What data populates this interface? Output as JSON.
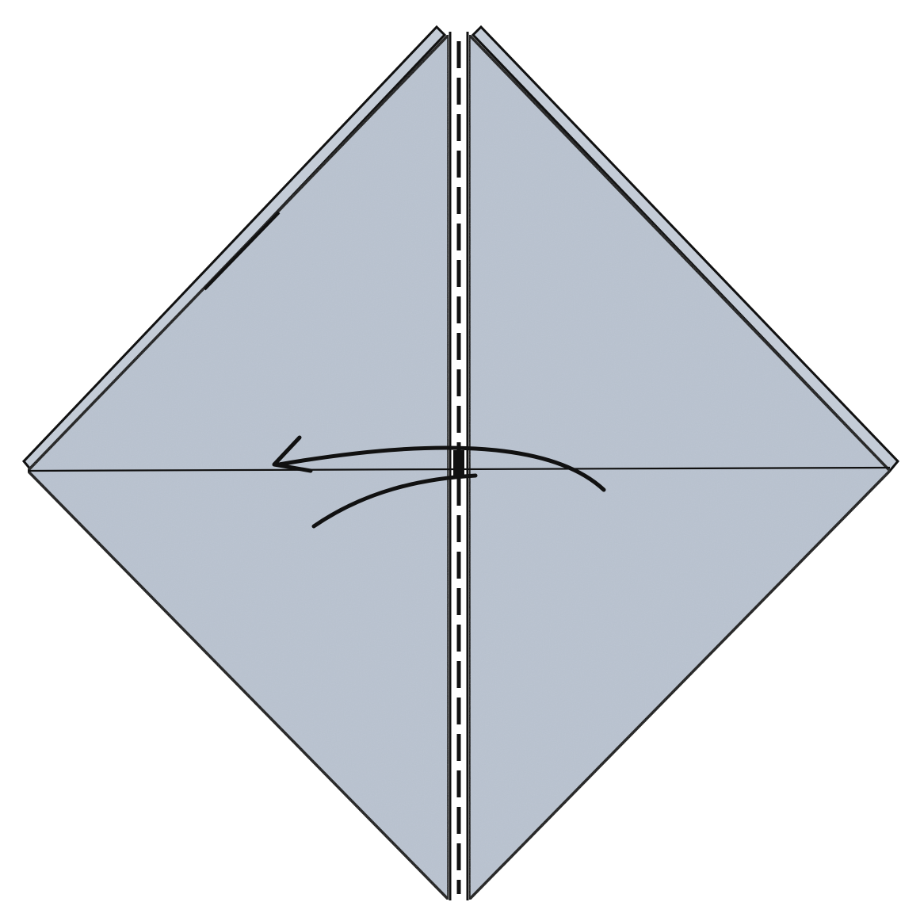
{
  "diagram": {
    "kind": "origami-fold-step",
    "fold": "valley-fold",
    "fold_direction": "right-to-left",
    "fold_line": "vertical-center",
    "colors": {
      "paper": "#b9c3d0",
      "line": "#111111",
      "background": "#ffffff",
      "gap": "#ffffff"
    }
  }
}
